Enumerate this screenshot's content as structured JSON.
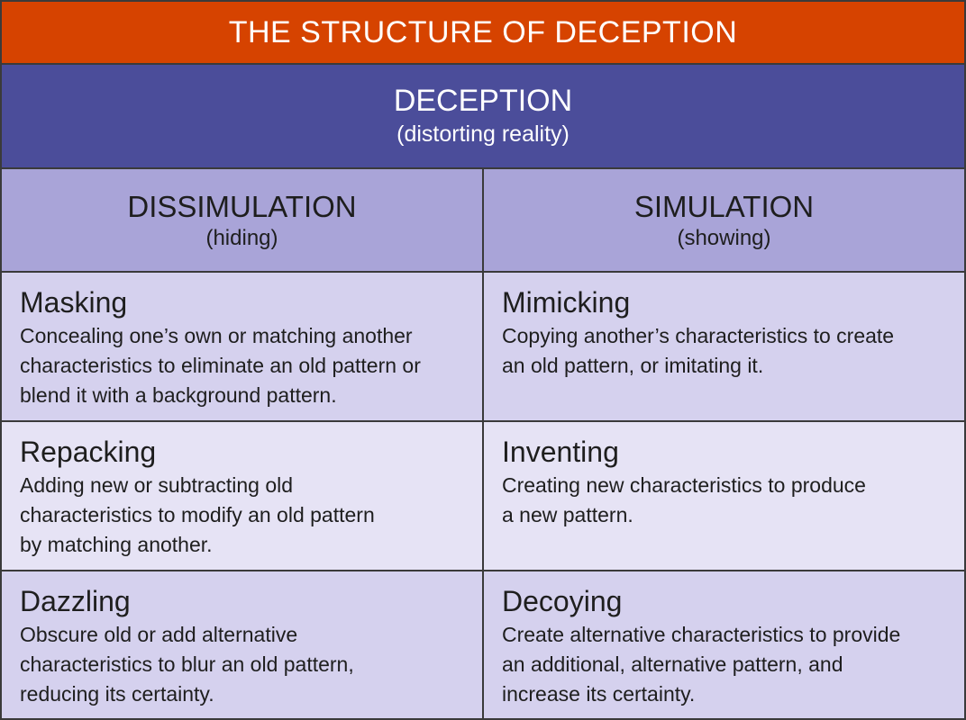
{
  "colors": {
    "title_bg": "#d64300",
    "main_bg": "#4b4d9a",
    "header_bg": "#a9a4d8",
    "row_dark_bg": "#d5d1ee",
    "row_light_bg": "#e6e3f5",
    "border": "#3a3a3a"
  },
  "title": "THE STRUCTURE OF DECEPTION",
  "main": {
    "heading": "DECEPTION",
    "sub": "(distorting reality)"
  },
  "columns": [
    {
      "heading": "DISSIMULATION",
      "sub": "(hiding)"
    },
    {
      "heading": "SIMULATION",
      "sub": "(showing)"
    }
  ],
  "rows": [
    {
      "left": {
        "title": "Masking",
        "desc": [
          "Concealing one’s own or matching another",
          "characteristics to eliminate an old pattern or",
          "blend it with a background pattern."
        ]
      },
      "right": {
        "title": "Mimicking",
        "desc": [
          "Copying another’s characteristics to create",
          "an old pattern, or imitating it."
        ]
      }
    },
    {
      "left": {
        "title": "Repacking",
        "desc": [
          "Adding new or subtracting old",
          "characteristics to modify an old pattern",
          "by matching another."
        ]
      },
      "right": {
        "title": "Inventing",
        "desc": [
          "Creating new characteristics to produce",
          "a new pattern."
        ]
      }
    },
    {
      "left": {
        "title": "Dazzling",
        "desc": [
          "Obscure old or add alternative",
          "characteristics to blur an old pattern,",
          "reducing its certainty."
        ]
      },
      "right": {
        "title": "Decoying",
        "desc": [
          "Create alternative characteristics to provide",
          "an additional, alternative pattern, and",
          "increase its certainty."
        ]
      }
    }
  ]
}
